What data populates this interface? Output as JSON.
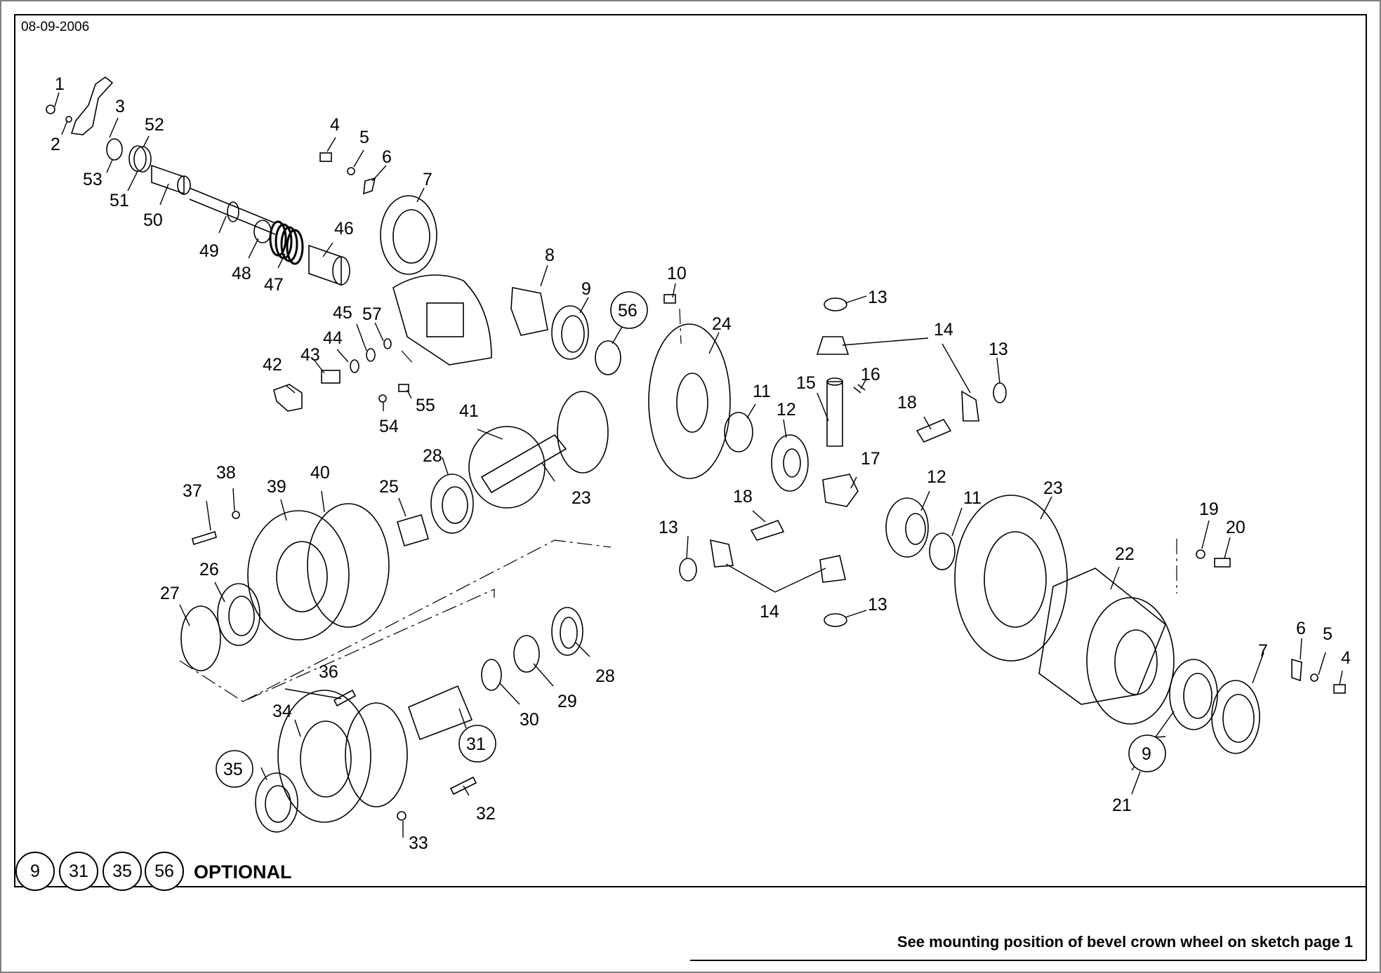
{
  "header": {
    "date": "08-09-2006"
  },
  "legend": {
    "optional_parts": [
      "9",
      "31",
      "35",
      "56"
    ],
    "optional_label": "OPTIONAL"
  },
  "footer": {
    "note": "See mounting position of bevel crown wheel on sketch page 1"
  },
  "callouts": {
    "c1": "1",
    "c2": "2",
    "c3": "3",
    "c4": "4",
    "c5": "5",
    "c6": "6",
    "c7": "7",
    "c8": "8",
    "c9": "9",
    "c10": "10",
    "c11": "11",
    "c12": "12",
    "c13": "13",
    "c14": "14",
    "c15": "15",
    "c16": "16",
    "c17": "17",
    "c18": "18",
    "c19": "19",
    "c20": "20",
    "c21": "21",
    "c22": "22",
    "c23": "23",
    "c24": "24",
    "c25": "25",
    "c26": "26",
    "c27": "27",
    "c28": "28",
    "c29": "29",
    "c30": "30",
    "c31": "31",
    "c32": "32",
    "c33": "33",
    "c34": "34",
    "c35": "35",
    "c36": "36",
    "c37": "37",
    "c38": "38",
    "c39": "39",
    "c40": "40",
    "c41": "41",
    "c42": "42",
    "c43": "43",
    "c44": "44",
    "c45": "45",
    "c46": "46",
    "c47": "47",
    "c48": "48",
    "c49": "49",
    "c50": "50",
    "c51": "51",
    "c52": "52",
    "c53": "53",
    "c54": "54",
    "c55": "55",
    "c56": "56",
    "c57": "57"
  }
}
